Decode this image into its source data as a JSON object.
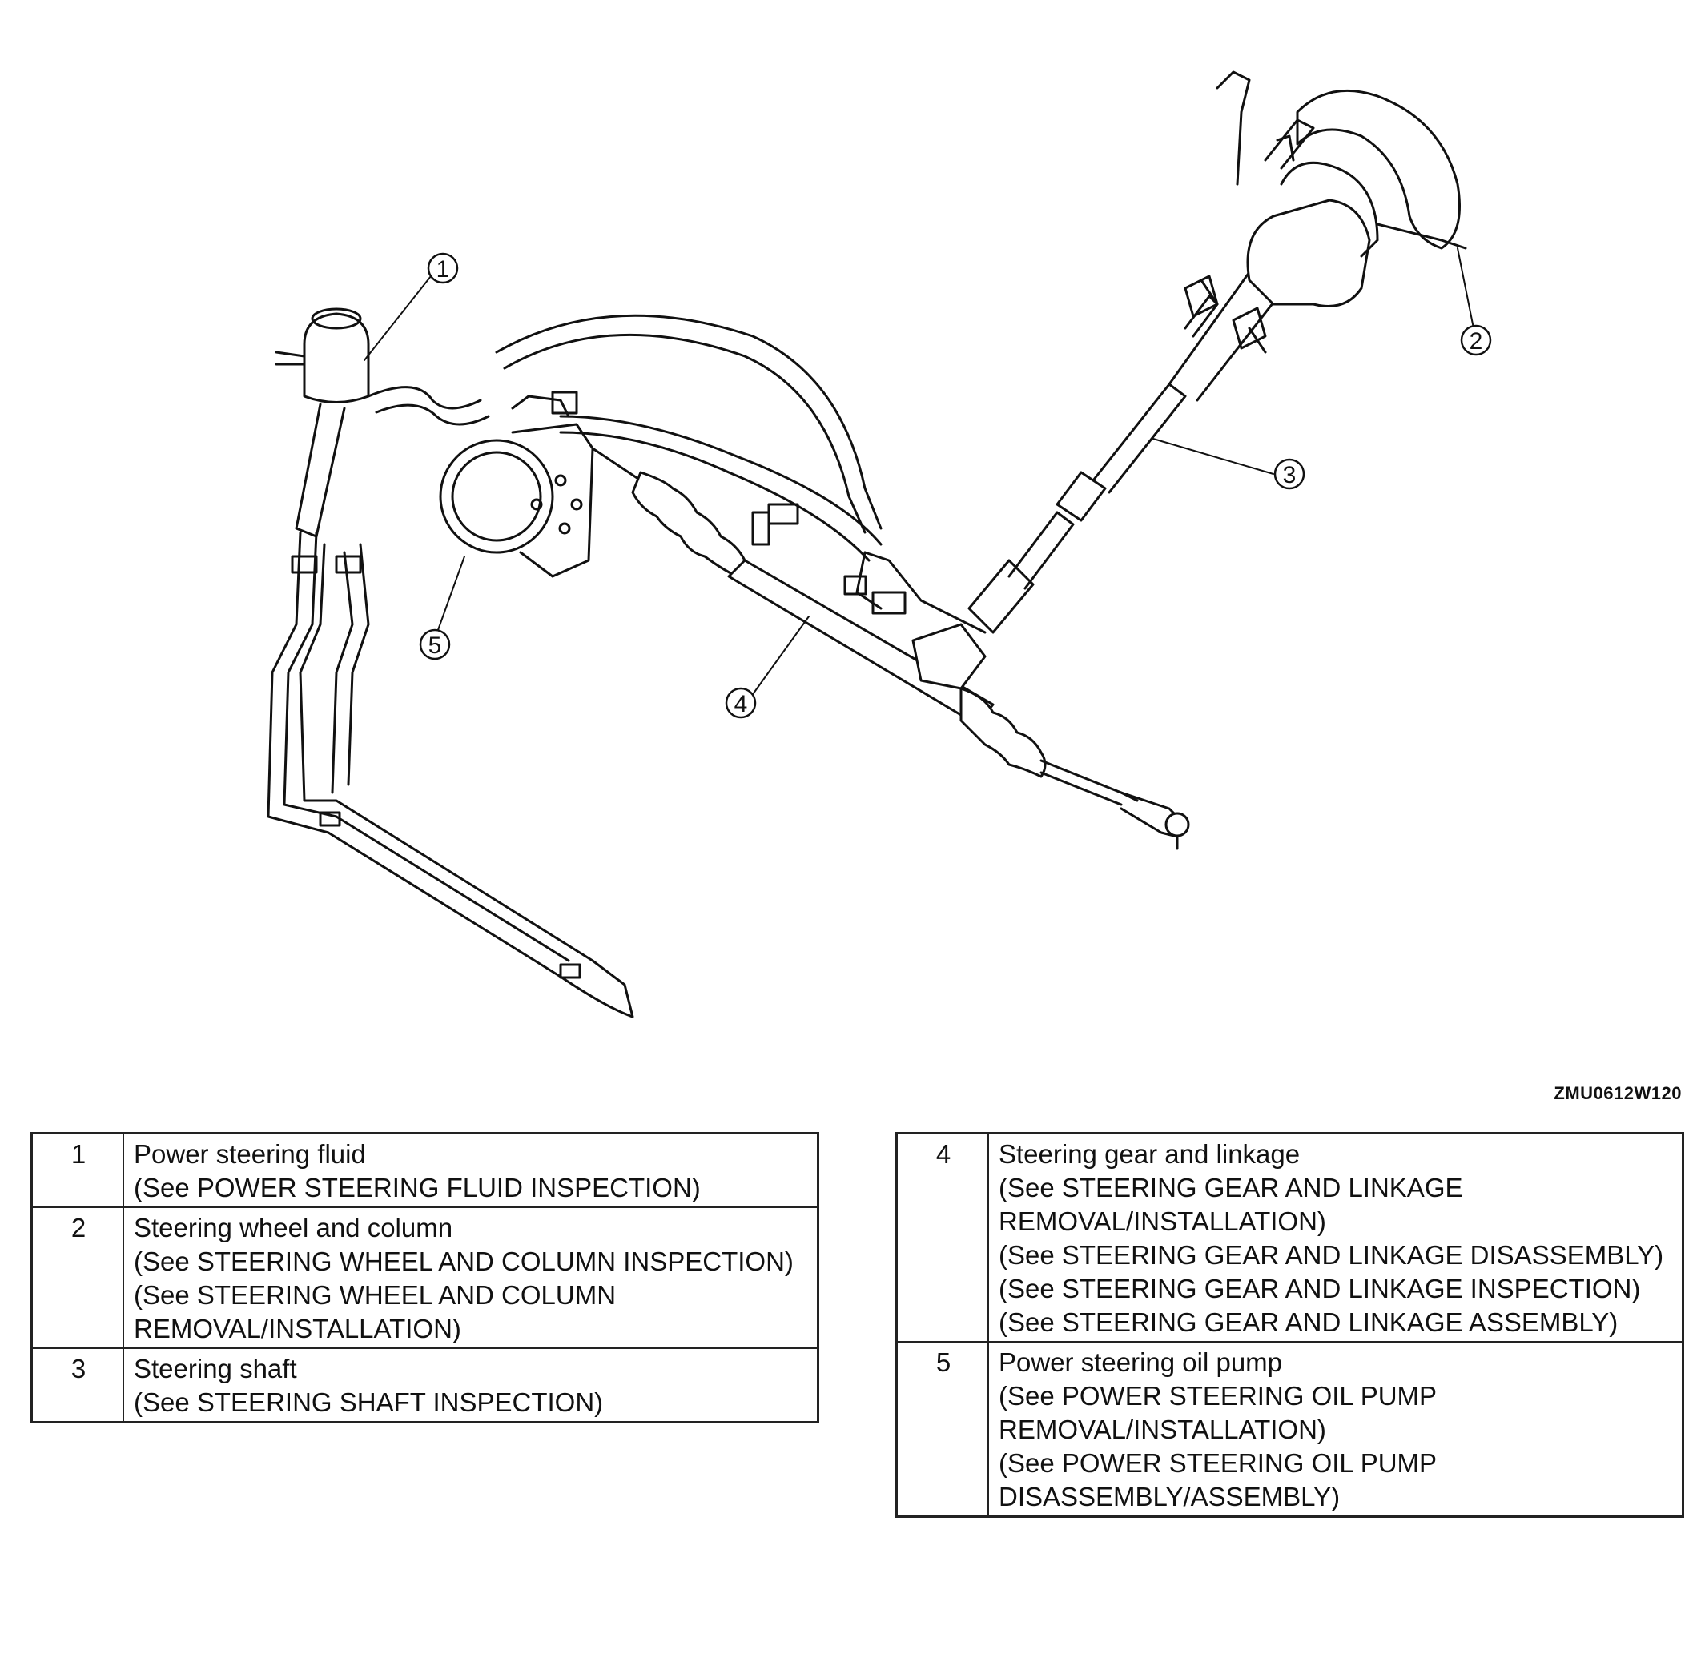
{
  "callouts": [
    "1",
    "2",
    "3",
    "4",
    "5"
  ],
  "figure_code": "ZMU0612W120",
  "legend": {
    "left": [
      {
        "num": "1",
        "title": "Power steering fluid",
        "refs": [
          "(See POWER STEERING FLUID INSPECTION)"
        ]
      },
      {
        "num": "2",
        "title": "Steering wheel and column",
        "refs": [
          "(See STEERING WHEEL AND COLUMN INSPECTION)",
          "(See STEERING WHEEL AND COLUMN REMOVAL/INSTALLATION)"
        ]
      },
      {
        "num": "3",
        "title": "Steering shaft",
        "refs": [
          "(See STEERING SHAFT INSPECTION)"
        ]
      }
    ],
    "right": [
      {
        "num": "4",
        "title": "Steering gear and linkage",
        "refs": [
          "(See STEERING GEAR AND LINKAGE REMOVAL/INSTALLATION)",
          "(See STEERING GEAR AND LINKAGE DISASSEMBLY)",
          "(See STEERING GEAR AND LINKAGE INSPECTION)",
          "(See STEERING GEAR AND LINKAGE ASSEMBLY)"
        ]
      },
      {
        "num": "5",
        "title": "Power steering oil pump",
        "refs": [
          "(See POWER STEERING OIL PUMP REMOVAL/INSTALLATION)",
          "(See POWER STEERING OIL PUMP DISASSEMBLY/ASSEMBLY)"
        ]
      }
    ]
  }
}
